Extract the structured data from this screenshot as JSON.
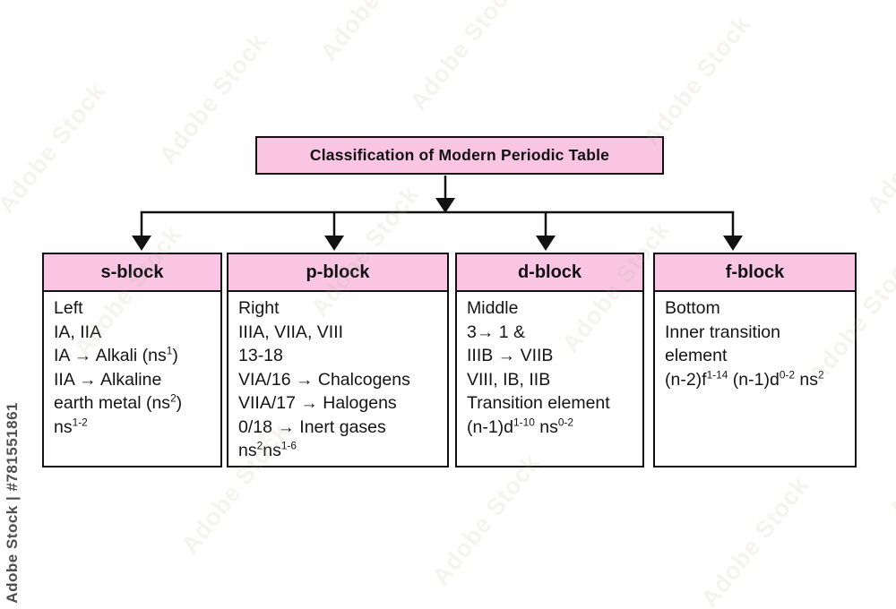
{
  "title": "Classification of Modern Periodic Table",
  "colors": {
    "box_fill_pink": "#f9c5e2",
    "border_black": "#111111",
    "arrow_black": "#111111",
    "background": "#ffffff",
    "side_watermark_gray": "#4f4f4f"
  },
  "watermark": {
    "side_text": "Adobe Stock | #781551861",
    "ghost_text": "Adobe Stock"
  },
  "blocks": [
    {
      "id": "s-block",
      "label": "s-block",
      "lines": [
        "Left",
        "IA, IIA",
        "IA → Alkali (ns^{1})",
        "IIA → Alkaline",
        "earth metal (ns^{2})",
        "ns^{1-2}"
      ]
    },
    {
      "id": "p-block",
      "label": "p-block",
      "lines": [
        "Right",
        "IIIA, VIIA, VIII",
        "13-18",
        "VIA/16 → Chalcogens",
        "VIIA/17 → Halogens",
        "0/18 → Inert gases",
        "ns^{2}ns^{1-6}"
      ]
    },
    {
      "id": "d-block",
      "label": "d-block",
      "lines": [
        "Middle",
        "3→ 1 &",
        "IIIB → VIIB",
        "VIII, IB, IIB",
        "Transition element",
        "(n-1)d^{1-10} ns^{0-2}"
      ]
    },
    {
      "id": "f-block",
      "label": "f-block",
      "lines": [
        "Bottom",
        "Inner transition",
        "element",
        "(n-2)f^{1-14} (n-1)d^{0-2} ns^{2}"
      ]
    }
  ]
}
